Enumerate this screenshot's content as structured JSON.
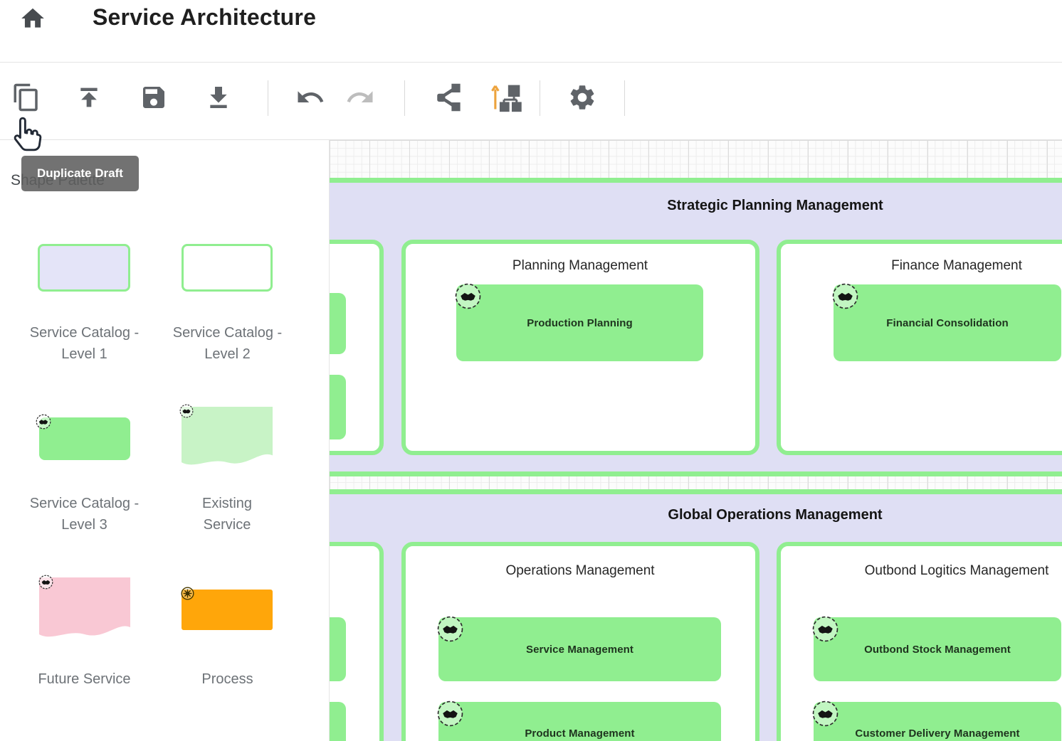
{
  "header": {
    "title": "Service Architecture"
  },
  "toolbar": {
    "tools": [
      {
        "icon": "duplicate-icon"
      },
      {
        "icon": "upload-icon"
      },
      {
        "icon": "save-icon"
      },
      {
        "icon": "download-icon"
      },
      {
        "icon": "undo-icon"
      },
      {
        "icon": "redo-icon",
        "disabled": true
      },
      {
        "icon": "share-icon"
      },
      {
        "icon": "hierarchy-upload-icon"
      },
      {
        "icon": "settings-gear-icon"
      }
    ]
  },
  "tooltip": {
    "text": "Duplicate Draft"
  },
  "palette": {
    "title": "Shape Palette",
    "items": [
      {
        "label": "Service Catalog - Level 1",
        "fill": "#E4E4F8",
        "border": "#90EE90",
        "shape": "rounded-rect"
      },
      {
        "label": "Service Catalog - Level 2",
        "fill": "#FFFFFF",
        "border": "#90EE90",
        "shape": "rounded-rect"
      },
      {
        "label": "Service Catalog - Level 3",
        "fill": "#90EE90",
        "shape": "rounded-rect",
        "icon": "business-role-icon"
      },
      {
        "label": "Existing Service",
        "fill": "#C8F3C6",
        "shape": "wavy-bottom",
        "icon": "business-role-icon"
      },
      {
        "label": "Future Service",
        "fill": "#F9C8D4",
        "shape": "wavy-bottom",
        "icon": "business-role-icon"
      },
      {
        "label": "Process",
        "fill": "#FFA60A",
        "shape": "rect",
        "icon": "process-gear-icon"
      }
    ]
  },
  "canvas": {
    "containers": [
      {
        "title": "Strategic Planning Management",
        "groups": [
          {
            "title": "",
            "partial": true,
            "services": [
              {
                "label": ""
              },
              {
                "label": ""
              }
            ]
          },
          {
            "title": "Planning Management",
            "services": [
              {
                "label": "Production Planning"
              }
            ]
          },
          {
            "title": "Finance Management",
            "services": [
              {
                "label": "Financial Consolidation"
              }
            ]
          }
        ]
      },
      {
        "title": "Global Operations Management",
        "groups": [
          {
            "title": "",
            "partial": true,
            "services": [
              {
                "label": ""
              },
              {
                "label": ""
              }
            ]
          },
          {
            "title": "Operations Management",
            "services": [
              {
                "label": "Service Management"
              },
              {
                "label": "Product Management"
              }
            ]
          },
          {
            "title": "Outbond Logitics Management",
            "services": [
              {
                "label": "Outbond Stock Management"
              },
              {
                "label": "Customer Delivery Management"
              }
            ]
          }
        ]
      }
    ]
  },
  "colors": {
    "green_border": "#90EE90",
    "service_fill": "#90EE90",
    "container_fill": "#DFDFF4",
    "level1_fill": "#E4E4F8",
    "existing_fill": "#C8F3C6",
    "future_fill": "#F9C8D4",
    "process_fill": "#FFA60A",
    "toolbar_icon": "#5f6368",
    "disabled_icon": "#bdbdbd",
    "tooltip_bg": "#5e5e5e",
    "hierarchy_arrow": "#EDA33D"
  }
}
